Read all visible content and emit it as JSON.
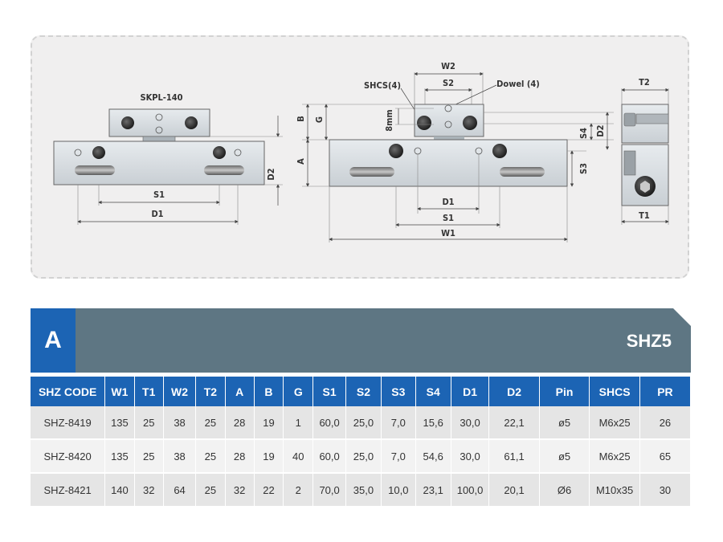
{
  "drawing": {
    "model_label": "SKPL-140",
    "shcs_label": "SHCS(4)",
    "dowel_label": "Dowel (4)",
    "hole_spacing_label": "8mm",
    "dims": {
      "w1": "W1",
      "w2": "W2",
      "s1": "S1",
      "s2": "S2",
      "s3": "S3",
      "s4": "S4",
      "d1": "D1",
      "d2": "D2",
      "t1": "T1",
      "t2": "T2",
      "a": "A",
      "b": "B",
      "g": "G"
    }
  },
  "section": {
    "letter": "A",
    "series": "SHZ5"
  },
  "table": {
    "headers": [
      "SHZ CODE",
      "W1",
      "T1",
      "W2",
      "T2",
      "A",
      "B",
      "G",
      "S1",
      "S2",
      "S3",
      "S4",
      "D1",
      "D2",
      "Pin",
      "SHCS",
      "PR"
    ],
    "rows": [
      [
        "SHZ-8419",
        "135",
        "25",
        "38",
        "25",
        "28",
        "19",
        "1",
        "60,0",
        "25,0",
        "7,0",
        "15,6",
        "30,0",
        "22,1",
        "ø5",
        "M6x25",
        "26"
      ],
      [
        "SHZ-8420",
        "135",
        "25",
        "38",
        "25",
        "28",
        "19",
        "40",
        "60,0",
        "25,0",
        "7,0",
        "54,6",
        "30,0",
        "61,1",
        "ø5",
        "M6x25",
        "65"
      ],
      [
        "SHZ-8421",
        "140",
        "32",
        "64",
        "25",
        "32",
        "22",
        "2",
        "70,0",
        "35,0",
        "10,0",
        "23,1",
        "100,0",
        "20,1",
        "Ø6",
        "M10x35",
        "30"
      ]
    ]
  },
  "colors": {
    "header_blue": "#1c64b4",
    "band_gray": "#5e7683",
    "accent_blue": "#1c64b4"
  }
}
